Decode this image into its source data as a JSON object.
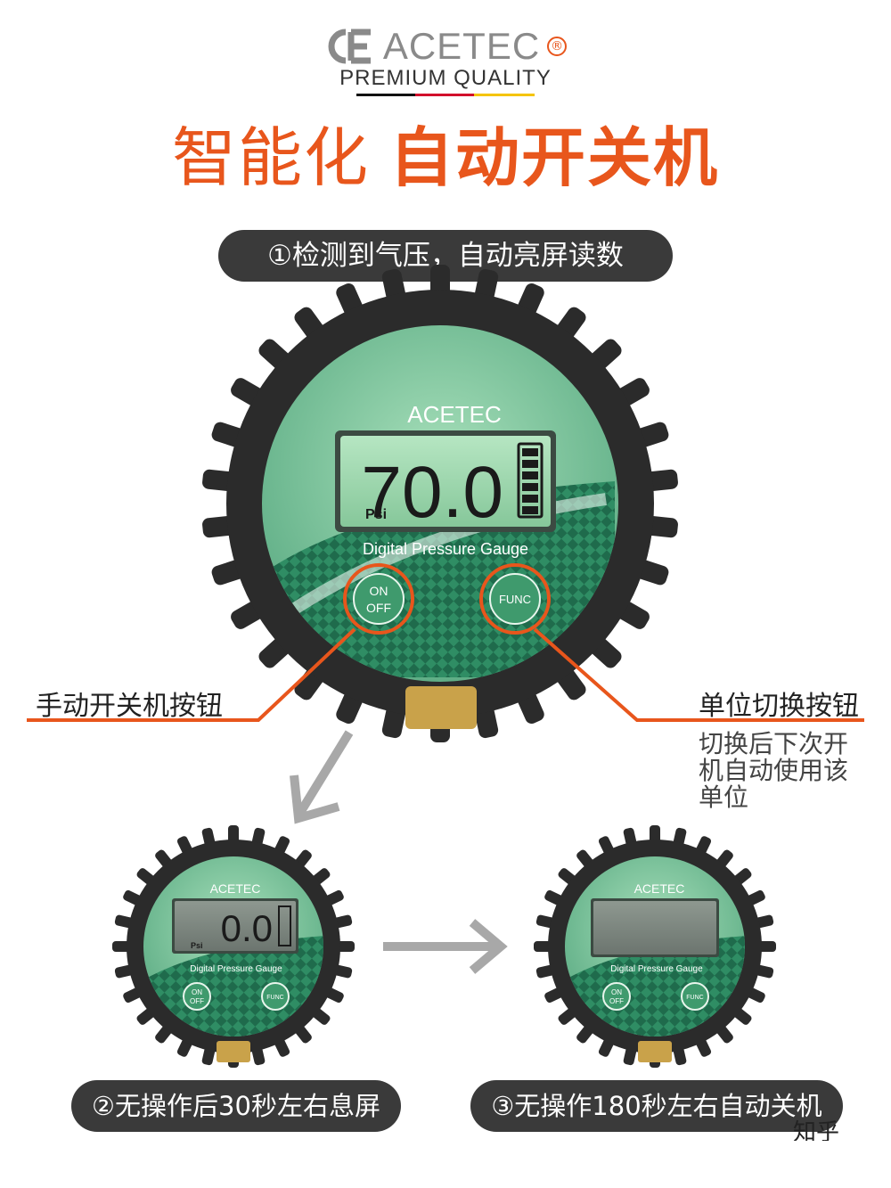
{
  "brand": {
    "name": "ACETEC",
    "registered": "®",
    "tagline": "PREMIUM QUALITY"
  },
  "headline": {
    "normal": "智能化",
    "bold": "自动开关机"
  },
  "steps": [
    {
      "label": "①检测到气压，自动亮屏读数"
    },
    {
      "label": "②无操作后30秒左右息屏"
    },
    {
      "label": "③无操作180秒左右自动关机"
    }
  ],
  "gauge_main": {
    "brand": "ACETEC",
    "reading": "70.0",
    "unit": "Psi",
    "product_name": "Digital Pressure Gauge",
    "btn_on": "ON",
    "btn_off": "OFF",
    "btn_func": "FUNC"
  },
  "gauge_small_1": {
    "brand": "ACETEC",
    "reading": "0.0",
    "unit": "Psi",
    "product_name": "Digital Pressure Gauge",
    "btn_on": "ON",
    "btn_off": "OFF",
    "btn_func": "FUNC"
  },
  "gauge_small_2": {
    "brand": "ACETEC",
    "product_name": "Digital Pressure Gauge",
    "btn_on": "ON",
    "btn_off": "OFF",
    "btn_func": "FUNC"
  },
  "callouts": {
    "left": "手动开关机按钮",
    "right": "单位切换按钮",
    "note": "切换后下次开机自动使用该单位"
  },
  "overflow_text": "知乎",
  "colors": {
    "accent": "#e8561c",
    "pill": "#3a3a3a",
    "rubber": "#2b2b2b",
    "face": "#7ec8a0",
    "lcd": "#9ad4a8",
    "arrow": "#a8a8a8"
  }
}
